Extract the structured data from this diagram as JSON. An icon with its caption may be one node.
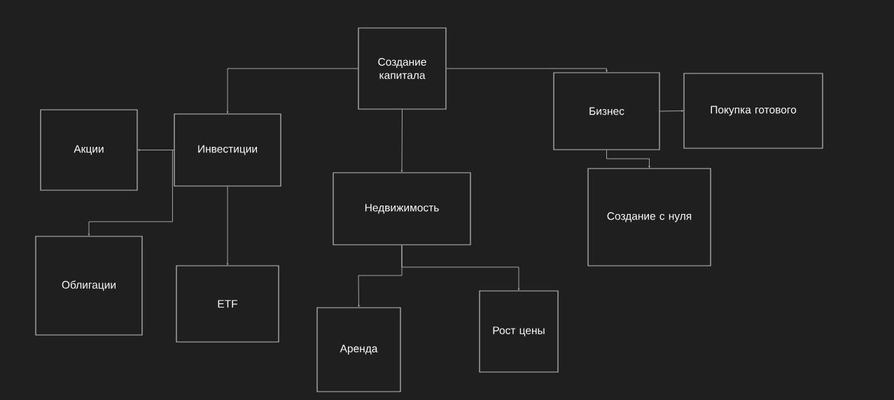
{
  "diagram": {
    "nodes": [
      {
        "text": [
          "Создание капитала"
        ]
      },
      {
        "text": [
          "Инвестиции"
        ]
      },
      {
        "text": [
          "Акции"
        ]
      },
      {
        "text": [
          "Облигации"
        ]
      },
      {
        "text": [
          "ETF"
        ]
      },
      {
        "text": [
          "Недвижимость"
        ]
      },
      {
        "text": [
          "Аренда"
        ]
      },
      {
        "text": [
          "Рост цены"
        ]
      },
      {
        "text": [
          "Бизнес"
        ]
      },
      {
        "text": [
          "Покупка готового"
        ]
      },
      {
        "text": [
          "Создание с нуля"
        ]
      }
    ],
    "edges": [
      {
        "from": 0,
        "to": 1,
        "arrow": "to"
      },
      {
        "from": 0,
        "to": 5,
        "arrow": "to"
      },
      {
        "from": 0,
        "to": 8,
        "arrow": "to"
      },
      {
        "from": 1,
        "to": 2,
        "arrow": "to"
      },
      {
        "from": 1,
        "to": 3,
        "arrow": "to"
      },
      {
        "from": 1,
        "to": 4,
        "arrow": "to"
      },
      {
        "from": 5,
        "to": 6,
        "arrow": "to"
      },
      {
        "from": 5,
        "to": 7,
        "arrow": "to"
      },
      {
        "from": 8,
        "to": 9,
        "arrow": "to"
      },
      {
        "from": 8,
        "to": 10,
        "arrow": "to"
      }
    ]
  }
}
